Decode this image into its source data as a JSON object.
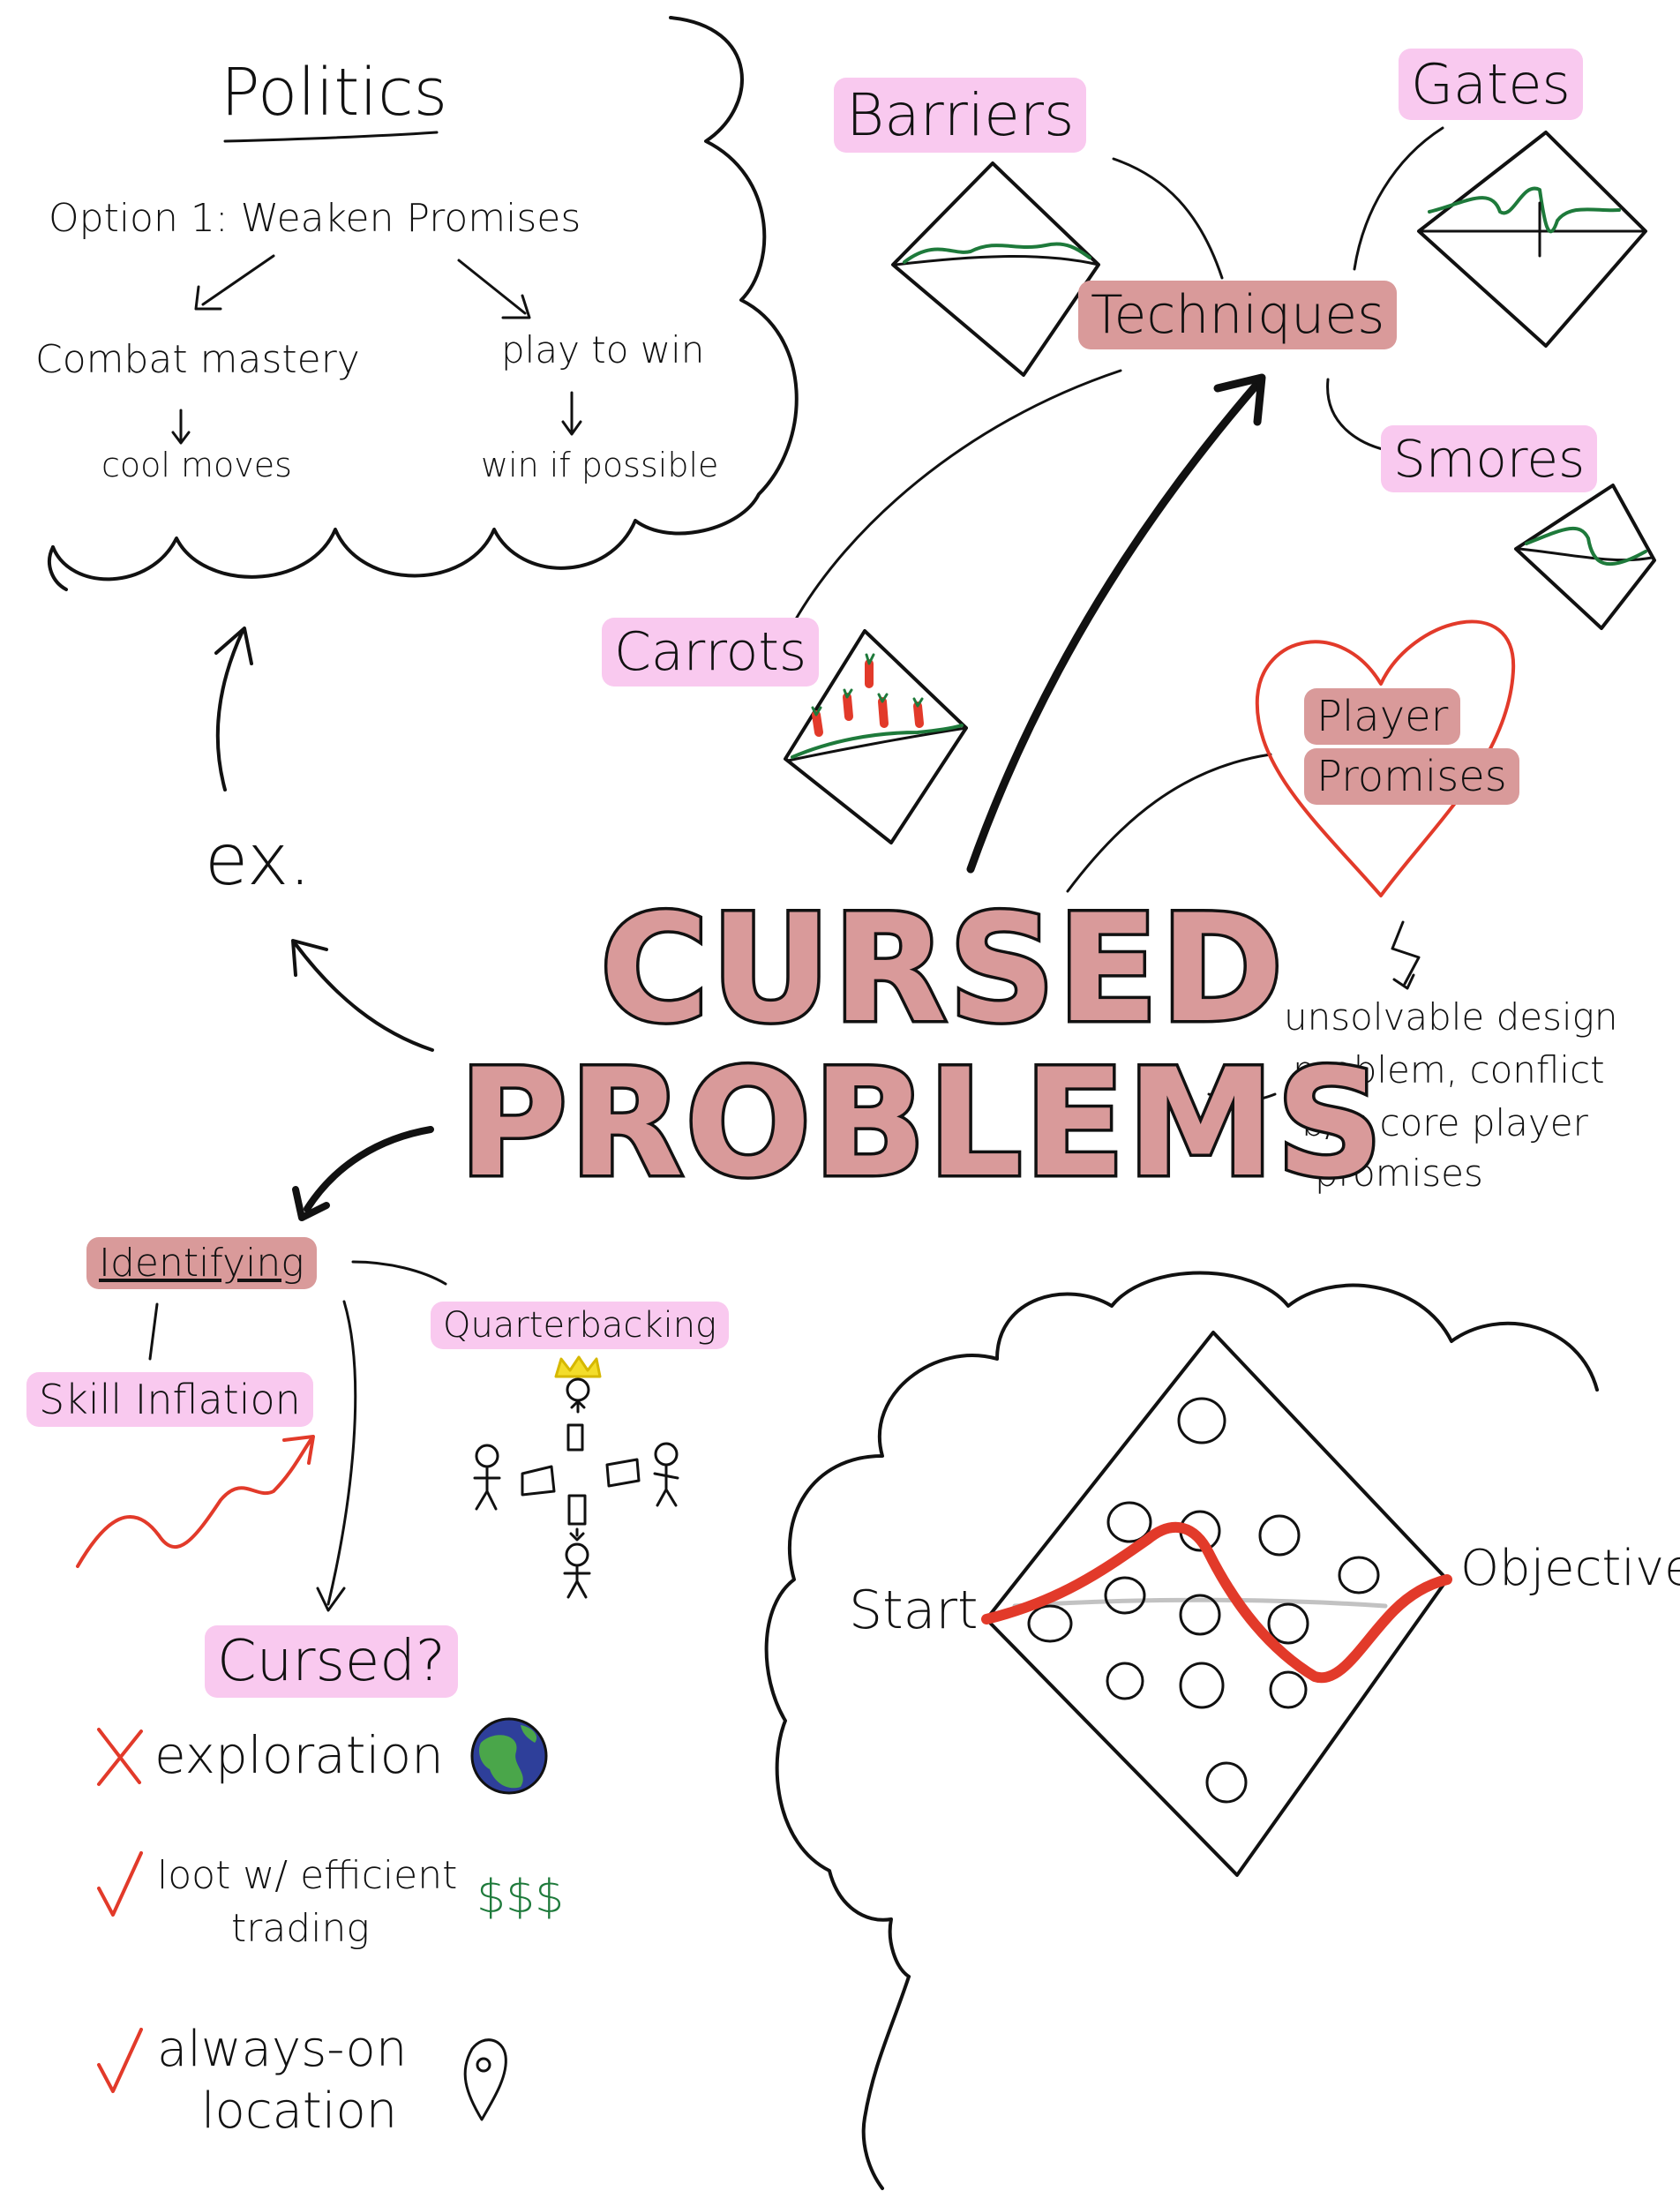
{
  "title_line1": "CURSED",
  "title_line2": "PROBLEMS",
  "politics": {
    "heading": "Politics",
    "option": "Option 1: Weaken Promises",
    "left_branch": "Combat mastery",
    "left_leaf": "cool moves",
    "right_branch": "play to win",
    "right_leaf": "win if possible"
  },
  "example_label": "ex.",
  "techniques": {
    "label": "Techniques",
    "barriers": "Barriers",
    "gates": "Gates",
    "smores": "Smores",
    "carrots": "Carrots"
  },
  "player_promises": {
    "line1": "Player",
    "line2": "Promises"
  },
  "definition": {
    "line1": "unsolvable design",
    "line2": "problem, conflict",
    "line3": "b/w core player",
    "line4": "promises"
  },
  "identifying": {
    "label": "Identifying",
    "skill_inflation": "Skill Inflation",
    "quarterbacking": "Quarterbacking"
  },
  "cursed": {
    "label": "Cursed?",
    "items": [
      {
        "mark": "X",
        "text": "exploration"
      },
      {
        "mark": "✓",
        "text": "loot w/ efficient",
        "text2": "trading",
        "extra": "$$$"
      },
      {
        "mark": "✓",
        "text": "always-on",
        "text2": "location"
      }
    ]
  },
  "map_diagram": {
    "start": "Start",
    "objective": "Objective"
  },
  "colors": {
    "pink_highlight": "#f9c9ef",
    "rose_highlight": "#d99a9a",
    "red": "#e23a2a",
    "green": "#1e7a3b"
  }
}
